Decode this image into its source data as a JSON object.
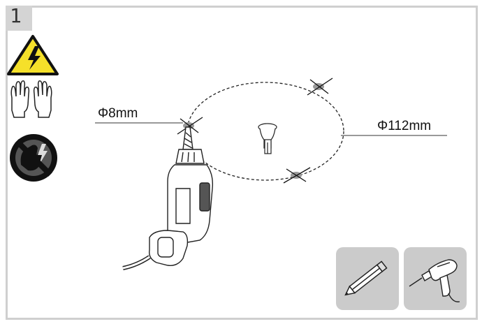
{
  "step": {
    "number": "1"
  },
  "labels": {
    "hole_diameter": "Φ8mm",
    "circle_diameter": "Φ112mm"
  },
  "icons": [
    "electric-hazard-icon",
    "gloves-icon",
    "no-touch-electric-icon",
    "pencil-icon",
    "electric-drill-icon"
  ],
  "colors": {
    "warning_yellow": "#f5e02a",
    "tile_gray": "#cbcbcb",
    "frame_gray": "#cfcfcf"
  }
}
